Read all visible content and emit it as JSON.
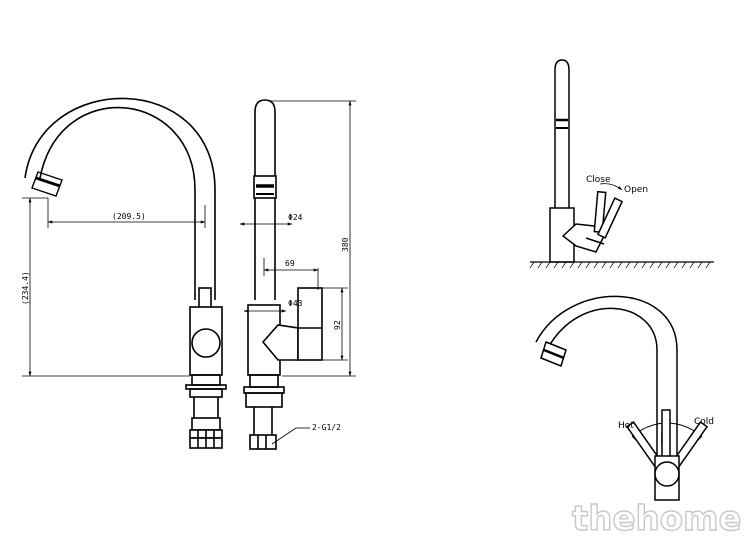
{
  "dimensions": {
    "spout_reach": "(209.5)",
    "spout_height": "(234.4)",
    "total_height": "380",
    "spout_diameter": "Φ24",
    "lever_offset": "69",
    "body_diameter": "Φ43",
    "body_height": "92",
    "connection": "2-G1/2"
  },
  "labels": {
    "close": "Close",
    "open": "Open",
    "hot": "Hot",
    "cold": "Cold"
  },
  "watermark": "thehome"
}
